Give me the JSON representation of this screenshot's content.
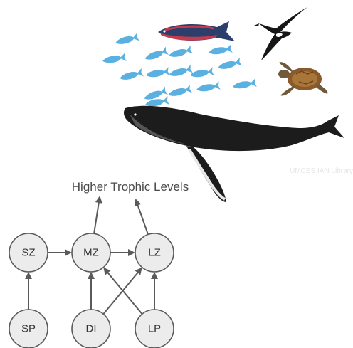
{
  "illustration": {
    "credit": "UMCES IAN Library",
    "icons": [
      "salmon-icon",
      "frigatebird-icon",
      "fish-school-icon",
      "sea-turtle-icon",
      "humpback-whale-icon"
    ],
    "colors": {
      "fish": "#5ab0e0",
      "whale": "#1c1c1c",
      "salmon_back": "#c43a4e",
      "turtle": "#8a5a2b"
    }
  },
  "diagram": {
    "headline": "Higher Trophic Levels",
    "nodes": [
      {
        "id": "SZ",
        "label": "SZ"
      },
      {
        "id": "MZ",
        "label": "MZ"
      },
      {
        "id": "LZ",
        "label": "LZ"
      },
      {
        "id": "SP",
        "label": "SP"
      },
      {
        "id": "DI",
        "label": "DI"
      },
      {
        "id": "LP",
        "label": "LP"
      }
    ],
    "edges": [
      {
        "from": "SP",
        "to": "SZ"
      },
      {
        "from": "SZ",
        "to": "MZ"
      },
      {
        "from": "MZ",
        "to": "LZ"
      },
      {
        "from": "DI",
        "to": "MZ"
      },
      {
        "from": "DI",
        "to": "LZ"
      },
      {
        "from": "LP",
        "to": "LZ"
      },
      {
        "from": "LP",
        "to": "MZ"
      },
      {
        "from": "MZ",
        "to": "Higher Trophic Levels"
      },
      {
        "from": "LZ",
        "to": "Higher Trophic Levels"
      }
    ],
    "colors": {
      "node_fill": "#ececec",
      "stroke": "#5a5a5a",
      "text": "#333333"
    }
  }
}
